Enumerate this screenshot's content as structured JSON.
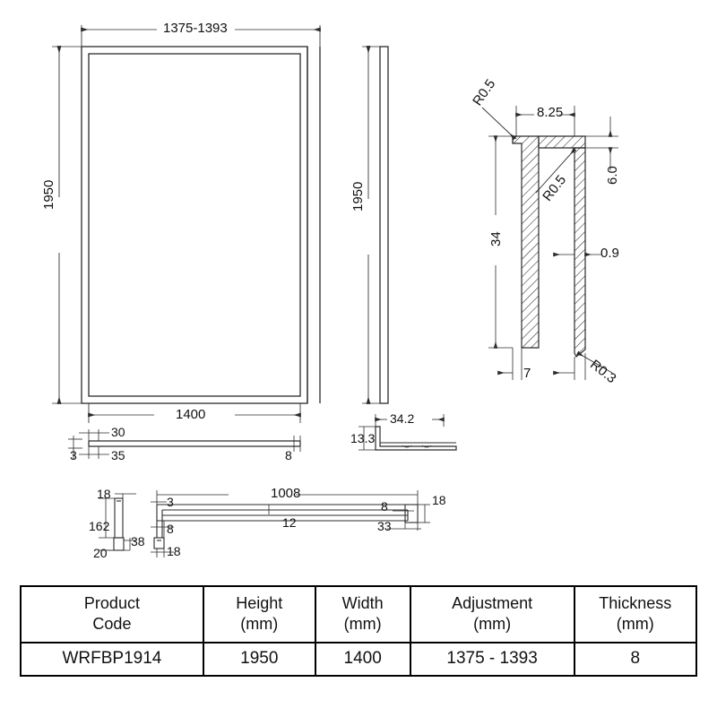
{
  "drawing": {
    "title": "Shower panel technical drawing",
    "line_color": "#2b2b2b",
    "main_panel": {
      "name": "front-elevation",
      "dim_top": "1375-1393",
      "dim_left": "1950",
      "dim_bottom": "1400"
    },
    "side_panel": {
      "name": "side-elevation",
      "dim_height": "1950"
    },
    "channel_profile": {
      "name": "channel-section",
      "dim_width": "34.2",
      "dim_height": "13.3"
    },
    "horizontal_section": {
      "name": "horizontal-section",
      "dim_a": "30",
      "dim_b": "3",
      "dim_c": "35",
      "dim_d": "8"
    },
    "left_post_detail": {
      "name": "post-detail",
      "dim_top": "18",
      "dim_height": "162",
      "dim_bottom": "20",
      "dim_foot": "38"
    },
    "arm_detail": {
      "name": "support-arm-detail",
      "dim_length": "1008",
      "dim_left_top": "3",
      "dim_mid": "12",
      "dim_left_foot": "8",
      "dim_left_base": "18",
      "dim_right_a": "8",
      "dim_right_b": "18",
      "dim_right_c": "33"
    },
    "profile_section": {
      "name": "extrusion-cross-section",
      "dim_top_width": "8.25",
      "dim_right_height": "6.0",
      "dim_left_height": "34",
      "dim_wall": "0.9",
      "dim_bottom_left": "7",
      "radius_top_left": "R0.5",
      "radius_inner": "R0.5",
      "radius_bottom": "R0.3"
    }
  },
  "table": {
    "headers": [
      {
        "l1": "Product",
        "l2": "Code"
      },
      {
        "l1": "Height",
        "l2": "(mm)"
      },
      {
        "l1": "Width",
        "l2": "(mm)"
      },
      {
        "l1": "Adjustment",
        "l2": "(mm)"
      },
      {
        "l1": "Thickness",
        "l2": "(mm)"
      }
    ],
    "row": [
      "WRFBP1914",
      "1950",
      "1400",
      "1375 - 1393",
      "8"
    ]
  }
}
